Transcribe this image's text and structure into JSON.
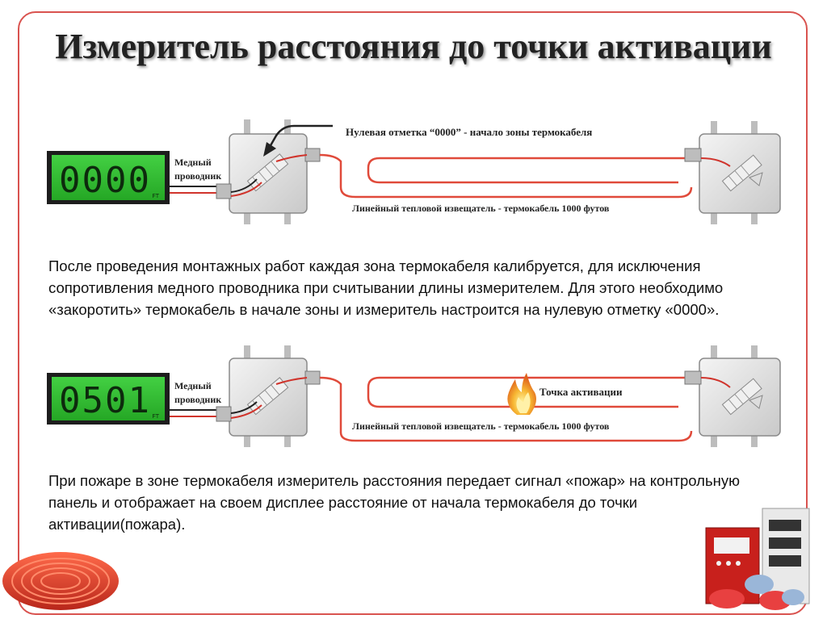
{
  "slide": {
    "title": "Измеритель расстояния до точки активации"
  },
  "diagram1": {
    "display_value": "0000",
    "display_unit": "FT",
    "copper_label_line1": "Медный",
    "copper_label_line2": "проводник",
    "zero_mark_label": "Нулевая отметка “0000” - начало зоны термокабеля",
    "cable_label": "Линейный тепловой извещатель - термокабель 1000 футов"
  },
  "paragraph1": "После проведения монтажных работ каждая зона термокабеля калибруется, для исключения сопротивления медного проводника при считывании длины измерителем. Для этого необходимо «закоротить» термокабель в начале зоны и измеритель настроится на нулевую отметку «0000».",
  "diagram2": {
    "display_value": "0501",
    "display_unit": "FT",
    "copper_label_line1": "Медный",
    "copper_label_line2": "проводник",
    "activation_label": "Точка активации",
    "cable_label": "Линейный тепловой извещатель - термокабель 1000 футов"
  },
  "paragraph2": "При пожаре в зоне термокабеля измеритель расстояния передает сигнал «пожар» на контрольную панель и отображает на своем дисплее расстояние от начала термокабеля до точки активации(пожара).",
  "colors": {
    "frame": "#d9534f",
    "display_green": "#2fbf2f",
    "cable_red": "#e04a3a",
    "flame": "#f5a623"
  }
}
